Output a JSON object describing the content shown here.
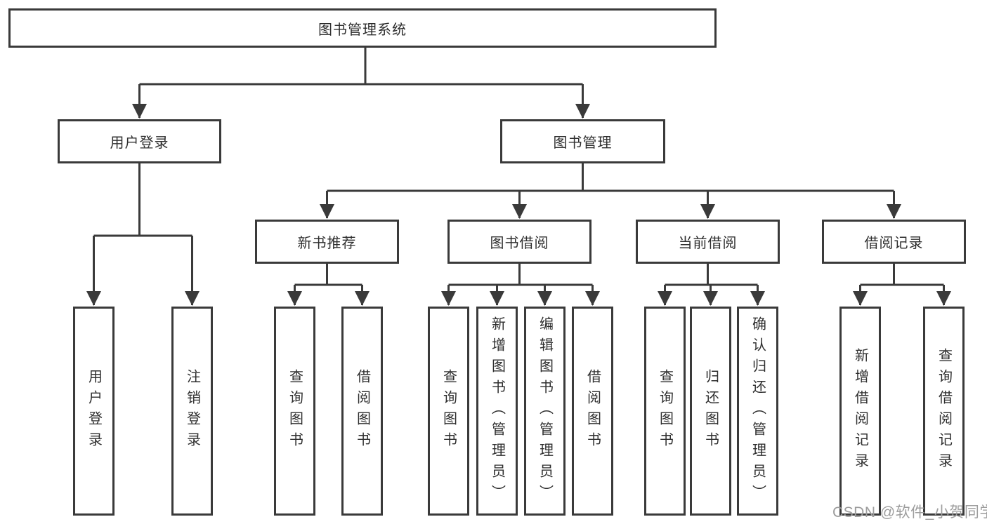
{
  "diagram": {
    "type": "tree",
    "orientation": "top-down",
    "colors": {
      "line": "#3a3a3a",
      "box_border": "#3a3a3a",
      "box_fill": "#ffffff",
      "text": "#2e2e2e",
      "watermark": "#9d9d9d",
      "background": "#ffffff"
    },
    "tree": {
      "label": "图书管理系统",
      "children": [
        {
          "label": "用户登录",
          "children": [
            {
              "label": "用户登录"
            },
            {
              "label": "注销登录"
            }
          ]
        },
        {
          "label": "图书管理",
          "children": [
            {
              "label": "新书推荐",
              "children": [
                {
                  "label": "查询图书"
                },
                {
                  "label": "借阅图书"
                }
              ]
            },
            {
              "label": "图书借阅",
              "children": [
                {
                  "label": "查询图书"
                },
                {
                  "label": "新增图书（管理员）"
                },
                {
                  "label": "编辑图书（管理员）"
                },
                {
                  "label": "借阅图书"
                }
              ]
            },
            {
              "label": "当前借阅",
              "children": [
                {
                  "label": "查询图书"
                },
                {
                  "label": "归还图书"
                },
                {
                  "label": "确认归还（管理员）"
                }
              ]
            },
            {
              "label": "借阅记录",
              "children": [
                {
                  "label": "新增借阅记录"
                },
                {
                  "label": "查询借阅记录"
                }
              ]
            }
          ]
        }
      ]
    },
    "watermark": "CSDN @软件_小贺同学"
  }
}
